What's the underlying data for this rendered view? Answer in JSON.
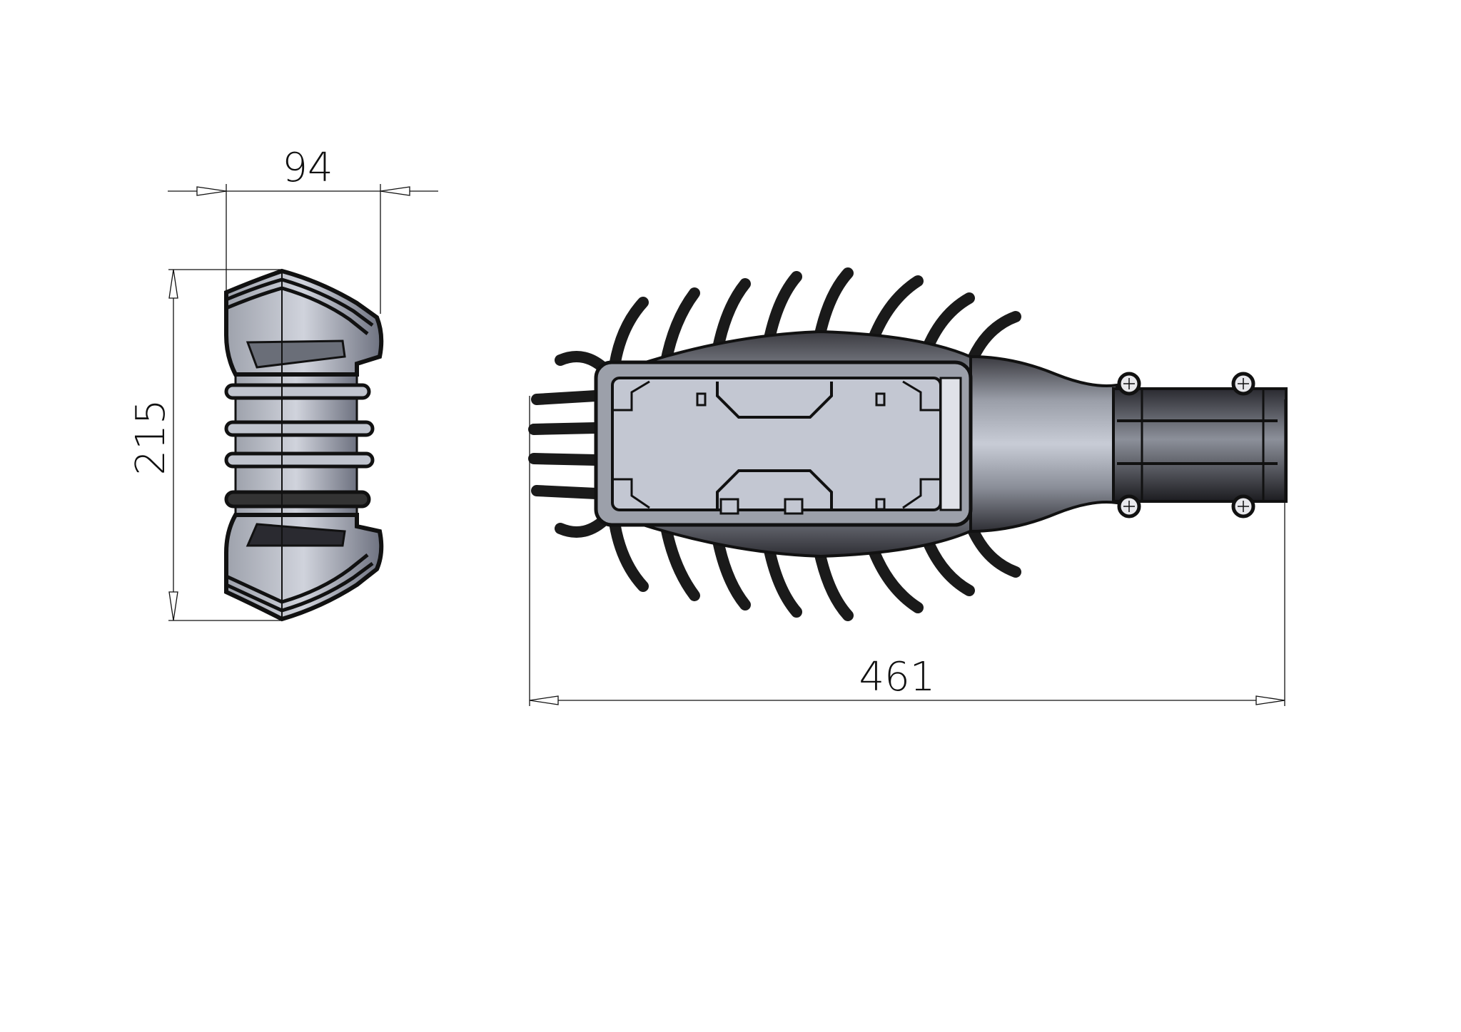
{
  "drawing": {
    "dimensions": {
      "side_width": "94",
      "side_height": "215",
      "overall_length": "461"
    },
    "colors": {
      "line": "#111111",
      "body_light": "#c4c8d4",
      "body_dark": "#2a2a2e",
      "fin": "#1a1a1a"
    }
  }
}
